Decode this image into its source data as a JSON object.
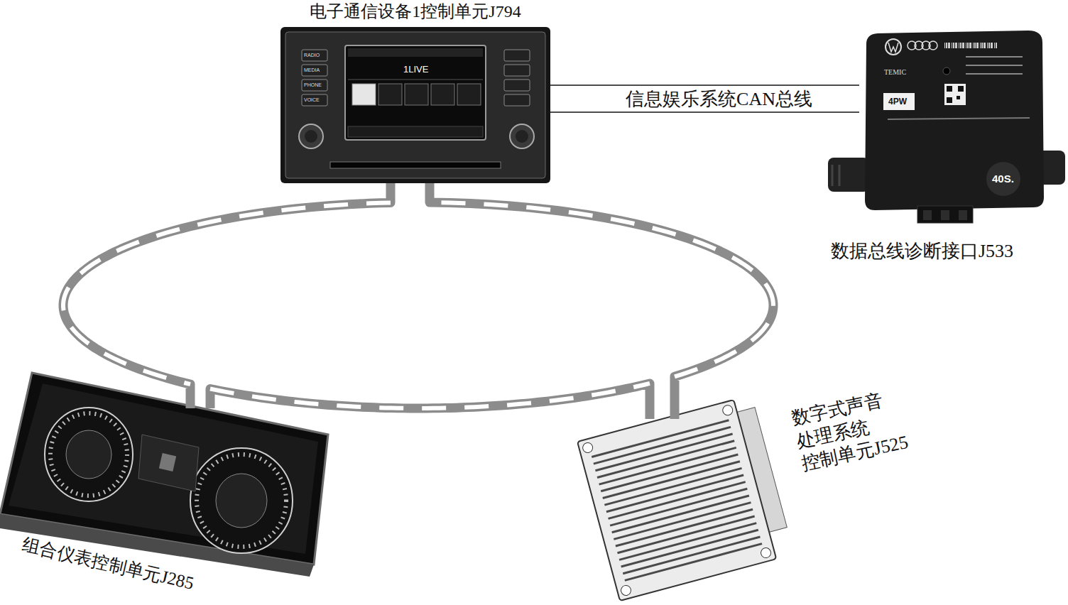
{
  "diagram": {
    "nodes": [
      {
        "text": [
          "电子通信设备1控制单元J794"
        ]
      },
      {
        "text": [
          "数据总线诊断接口J533"
        ]
      },
      {
        "text": [
          "组合仪表控制单元J285"
        ]
      },
      {
        "text": [
          "数字式声音 处理系统 控制单元J525"
        ]
      }
    ],
    "edges": [
      {
        "from": 0,
        "to": 1,
        "arrow": "none",
        "label": "信息娱乐系统CAN总线"
      },
      {
        "from": 0,
        "to": 2,
        "arrow": "none"
      },
      {
        "from": 2,
        "to": 3,
        "arrow": "none"
      },
      {
        "from": 3,
        "to": 0,
        "arrow": "none"
      }
    ],
    "labels": [
      "RADIO",
      "MEDIA",
      "PHONE",
      "VOICE",
      "1LIVE",
      "TEMIC",
      "4PW",
      "40S."
    ]
  }
}
